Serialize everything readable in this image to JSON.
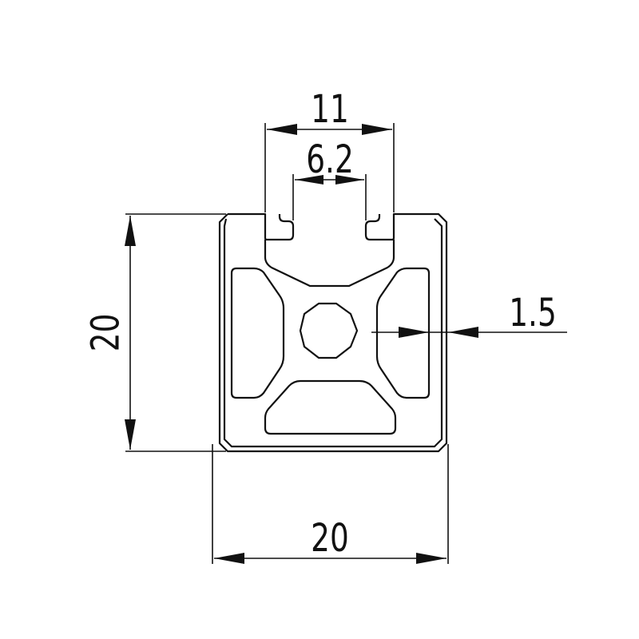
{
  "drawing": {
    "dimensions": {
      "slot_outer_width": "11",
      "slot_opening_width": "6.2",
      "wall_thickness": "1.5",
      "profile_height": "20",
      "profile_width": "20"
    },
    "colors": {
      "line": "#111111",
      "background": "#ffffff"
    }
  }
}
